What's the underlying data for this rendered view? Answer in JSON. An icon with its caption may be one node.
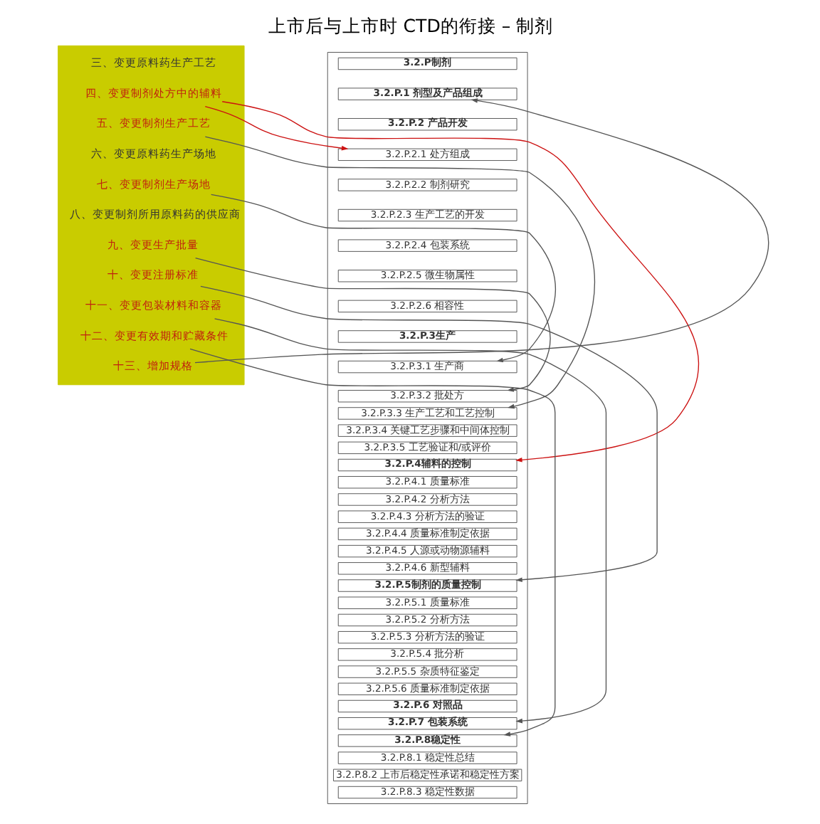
{
  "diagram": {
    "title": "上市后与上市时 CTD的衔接 – 制剂",
    "nodes": [
      {
        "text": [],
        "shape": "box"
      },
      {
        "text": [
          "三、变更原料药生产工艺"
        ],
        "in": 0
      },
      {
        "text": [
          "四、变更制剂处方中的辅料"
        ],
        "in": 0
      },
      {
        "text": [
          "五、变更制剂生产工艺"
        ],
        "in": 0
      },
      {
        "text": [
          "六、变更原料药生产场地"
        ],
        "in": 0
      },
      {
        "text": [
          "七、变更制剂生产场地"
        ],
        "in": 0
      },
      {
        "text": [
          "八、变更制剂所用原料药的供应商"
        ],
        "in": 0
      },
      {
        "text": [
          "九、变更生产批量"
        ],
        "in": 0
      },
      {
        "text": [
          "十、变更注册标准"
        ],
        "in": 0
      },
      {
        "text": [
          "十一、变更包装材料和容器"
        ],
        "in": 0
      },
      {
        "text": [
          "十二、变更有效期和贮藏条件"
        ],
        "in": 0
      },
      {
        "text": [
          "十三、增加规格"
        ],
        "in": 0
      },
      {
        "text": [],
        "shape": "box"
      },
      {
        "text": [
          "3.2.P制剂"
        ],
        "in": 12
      },
      {
        "text": [
          "3.2.P.1 剂型及产品组成"
        ],
        "in": 12
      },
      {
        "text": [
          "3.2.P.2 产品开发"
        ],
        "in": 12
      },
      {
        "text": [
          "3.2.P.2.1 处方组成"
        ],
        "in": 12
      },
      {
        "text": [
          "3.2.P.2.2 制剂研究"
        ],
        "in": 12
      },
      {
        "text": [
          "3.2.P.2.3 生产工艺的开发"
        ],
        "in": 12
      },
      {
        "text": [
          "3.2.P.2.4 包装系统"
        ],
        "in": 12
      },
      {
        "text": [
          "3.2.P.2.5 微生物属性"
        ],
        "in": 12
      },
      {
        "text": [
          "3.2.P.2.6 相容性"
        ],
        "in": 12
      },
      {
        "text": [
          "3.2.P.3生产"
        ],
        "in": 12
      },
      {
        "text": [
          "3.2.P.3.1 生产商"
        ],
        "in": 12
      },
      {
        "text": [
          "3.2.P.3.2 批处方"
        ],
        "in": 12
      },
      {
        "text": [
          "3.2.P.3.3 生产工艺和工艺控制"
        ],
        "in": 12
      },
      {
        "text": [
          "3.2.P.3.4 关键工艺步骤和中间体控制"
        ],
        "in": 12
      },
      {
        "text": [
          "3.2.P.3.5 工艺验证和/或评价"
        ],
        "in": 12
      },
      {
        "text": [
          "3.2.P.4辅料的控制"
        ],
        "in": 12
      },
      {
        "text": [
          "3.2.P.4.1 质量标准"
        ],
        "in": 12
      },
      {
        "text": [
          "3.2.P.4.2 分析方法"
        ],
        "in": 12
      },
      {
        "text": [
          "3.2.P.4.3 分析方法的验证"
        ],
        "in": 12
      },
      {
        "text": [
          "3.2.P.4.4 质量标准制定依据"
        ],
        "in": 12
      },
      {
        "text": [
          "3.2.P.4.5 人源或动物源辅料"
        ],
        "in": 12
      },
      {
        "text": [
          "3.2.P.4.6 新型辅料"
        ],
        "in": 12
      },
      {
        "text": [
          "3.2.P.5制剂的质量控制"
        ],
        "in": 12
      },
      {
        "text": [
          "3.2.P.5.1 质量标准"
        ],
        "in": 12
      },
      {
        "text": [
          "3.2.P.5.2 分析方法"
        ],
        "in": 12
      },
      {
        "text": [
          "3.2.P.5.3 分析方法的验证"
        ],
        "in": 12
      },
      {
        "text": [
          "3.2.P.5.4 批分析"
        ],
        "in": 12
      },
      {
        "text": [
          "3.2.P.5.5 杂质特征鉴定"
        ],
        "in": 12
      },
      {
        "text": [
          "3.2.P.5.6 质量标准制定依据"
        ],
        "in": 12
      },
      {
        "text": [
          "3.2.P.6 对照品"
        ],
        "in": 12
      },
      {
        "text": [
          "3.2.P.7 包装系统"
        ],
        "in": 12
      },
      {
        "text": [
          "3.2.P.8稳定性"
        ],
        "in": 12
      },
      {
        "text": [
          "3.2.P.8.1 稳定性总结"
        ],
        "in": 12
      },
      {
        "text": [
          "3.2.P.8.2 上市后稳定性承诺和稳定性方案"
        ],
        "in": 12
      },
      {
        "text": [
          "3.2.P.8.3 稳定性数据"
        ],
        "in": 12
      }
    ],
    "edges": [
      {
        "from": 2,
        "to": 16,
        "arrow": "to",
        "color": "#cc1111"
      },
      {
        "from": 2,
        "to": 28,
        "arrow": "to",
        "color": "#cc1111"
      },
      {
        "from": 3,
        "to": 25,
        "arrow": "to"
      },
      {
        "from": 5,
        "to": 23,
        "arrow": "to"
      },
      {
        "from": 7,
        "to": 24,
        "arrow": "to"
      },
      {
        "from": 8,
        "to": 35,
        "arrow": "to"
      },
      {
        "from": 9,
        "to": 43,
        "arrow": "to"
      },
      {
        "from": 10,
        "to": 44,
        "arrow": "to"
      },
      {
        "from": 11,
        "to": 14,
        "arrow": "to"
      }
    ]
  }
}
